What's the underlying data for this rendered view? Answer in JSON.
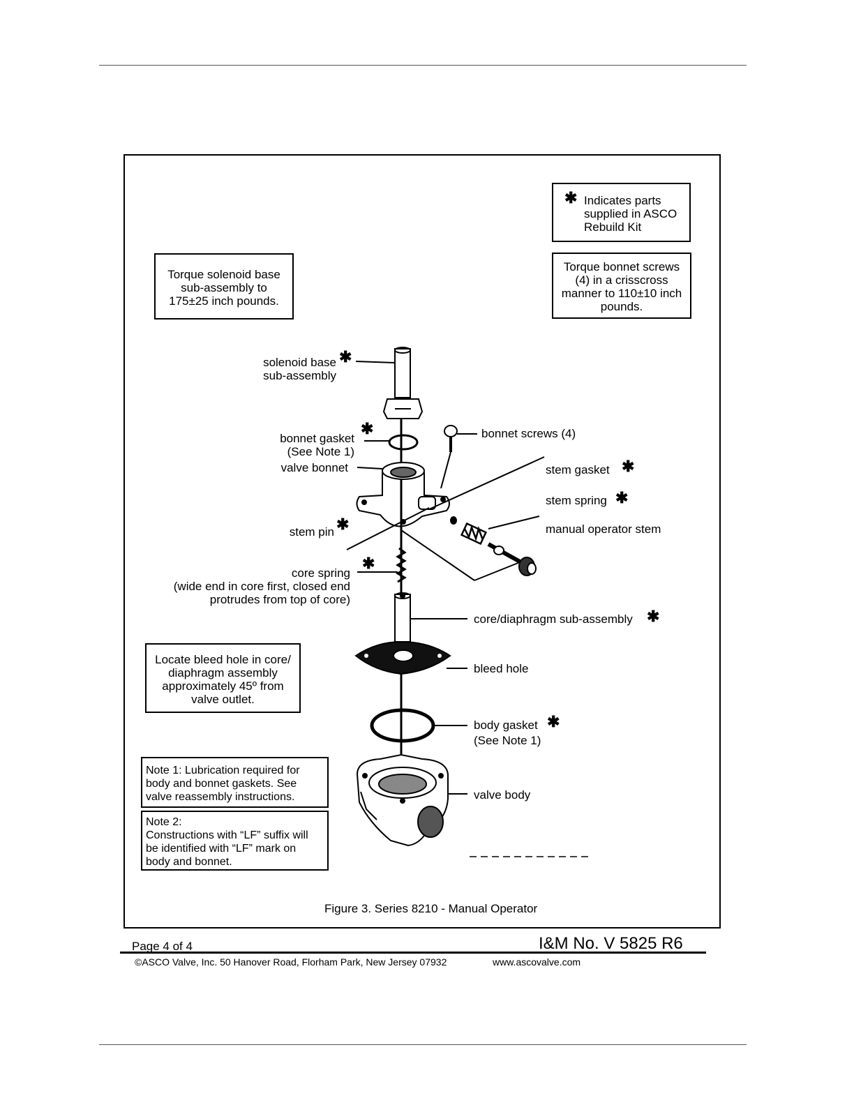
{
  "legend": {
    "star": "✱",
    "text": [
      "Indicates parts",
      "supplied in ASCO",
      "Rebuild Kit"
    ]
  },
  "notes": {
    "torque_solenoid": [
      "Torque solenoid base",
      "sub-assembly to",
      "175±25 inch pounds."
    ],
    "torque_bonnet": [
      "Torque bonnet screws",
      "(4) in a crisscross",
      "manner to 110±10 inch",
      "pounds."
    ],
    "bleed_hole": [
      "Locate bleed  hole in core/",
      "diaphragm assembly",
      "approximately 45º from",
      "valve outlet."
    ],
    "note1": [
      "Note 1:  Lubrication required for",
      "body and  bonnet gaskets.  See",
      "valve reassembly instructions."
    ],
    "note2": [
      "Note 2:",
      "Constructions with “LF” suffix will",
      "be  identified  with  “LF”  mark  on",
      "body and bonnet."
    ]
  },
  "labels": {
    "solenoid_base": [
      "solenoid base",
      "sub-assembly"
    ],
    "bonnet_gasket": [
      "bonnet gasket",
      "(See Note 1)"
    ],
    "valve_bonnet": "valve bonnet",
    "bonnet_screws": "bonnet screws (4)",
    "stem_gasket": "stem gasket",
    "stem_spring": "stem spring",
    "manual_operator_stem": "manual operator stem",
    "stem_pin": "stem pin",
    "core_spring": [
      "core spring",
      "(wide end in core first, closed end",
      "protrudes from top of core)"
    ],
    "core_diaphragm": "core/diaphragm sub-assembly",
    "bleed_hole": "bleed hole",
    "body_gasket": [
      "body gasket",
      "(See Note 1)"
    ],
    "valve_body": "valve body"
  },
  "caption": "Figure 3. Series 8210 - Manual Operator",
  "footer": {
    "page": "Page 4 of 4",
    "doc_no": "I&M No. V  5825  R6",
    "copyright": "©ASCO Valve, Inc. 50 Hanover Road, Florham Park, New Jersey 07932",
    "website": "www.ascovalve.com"
  }
}
